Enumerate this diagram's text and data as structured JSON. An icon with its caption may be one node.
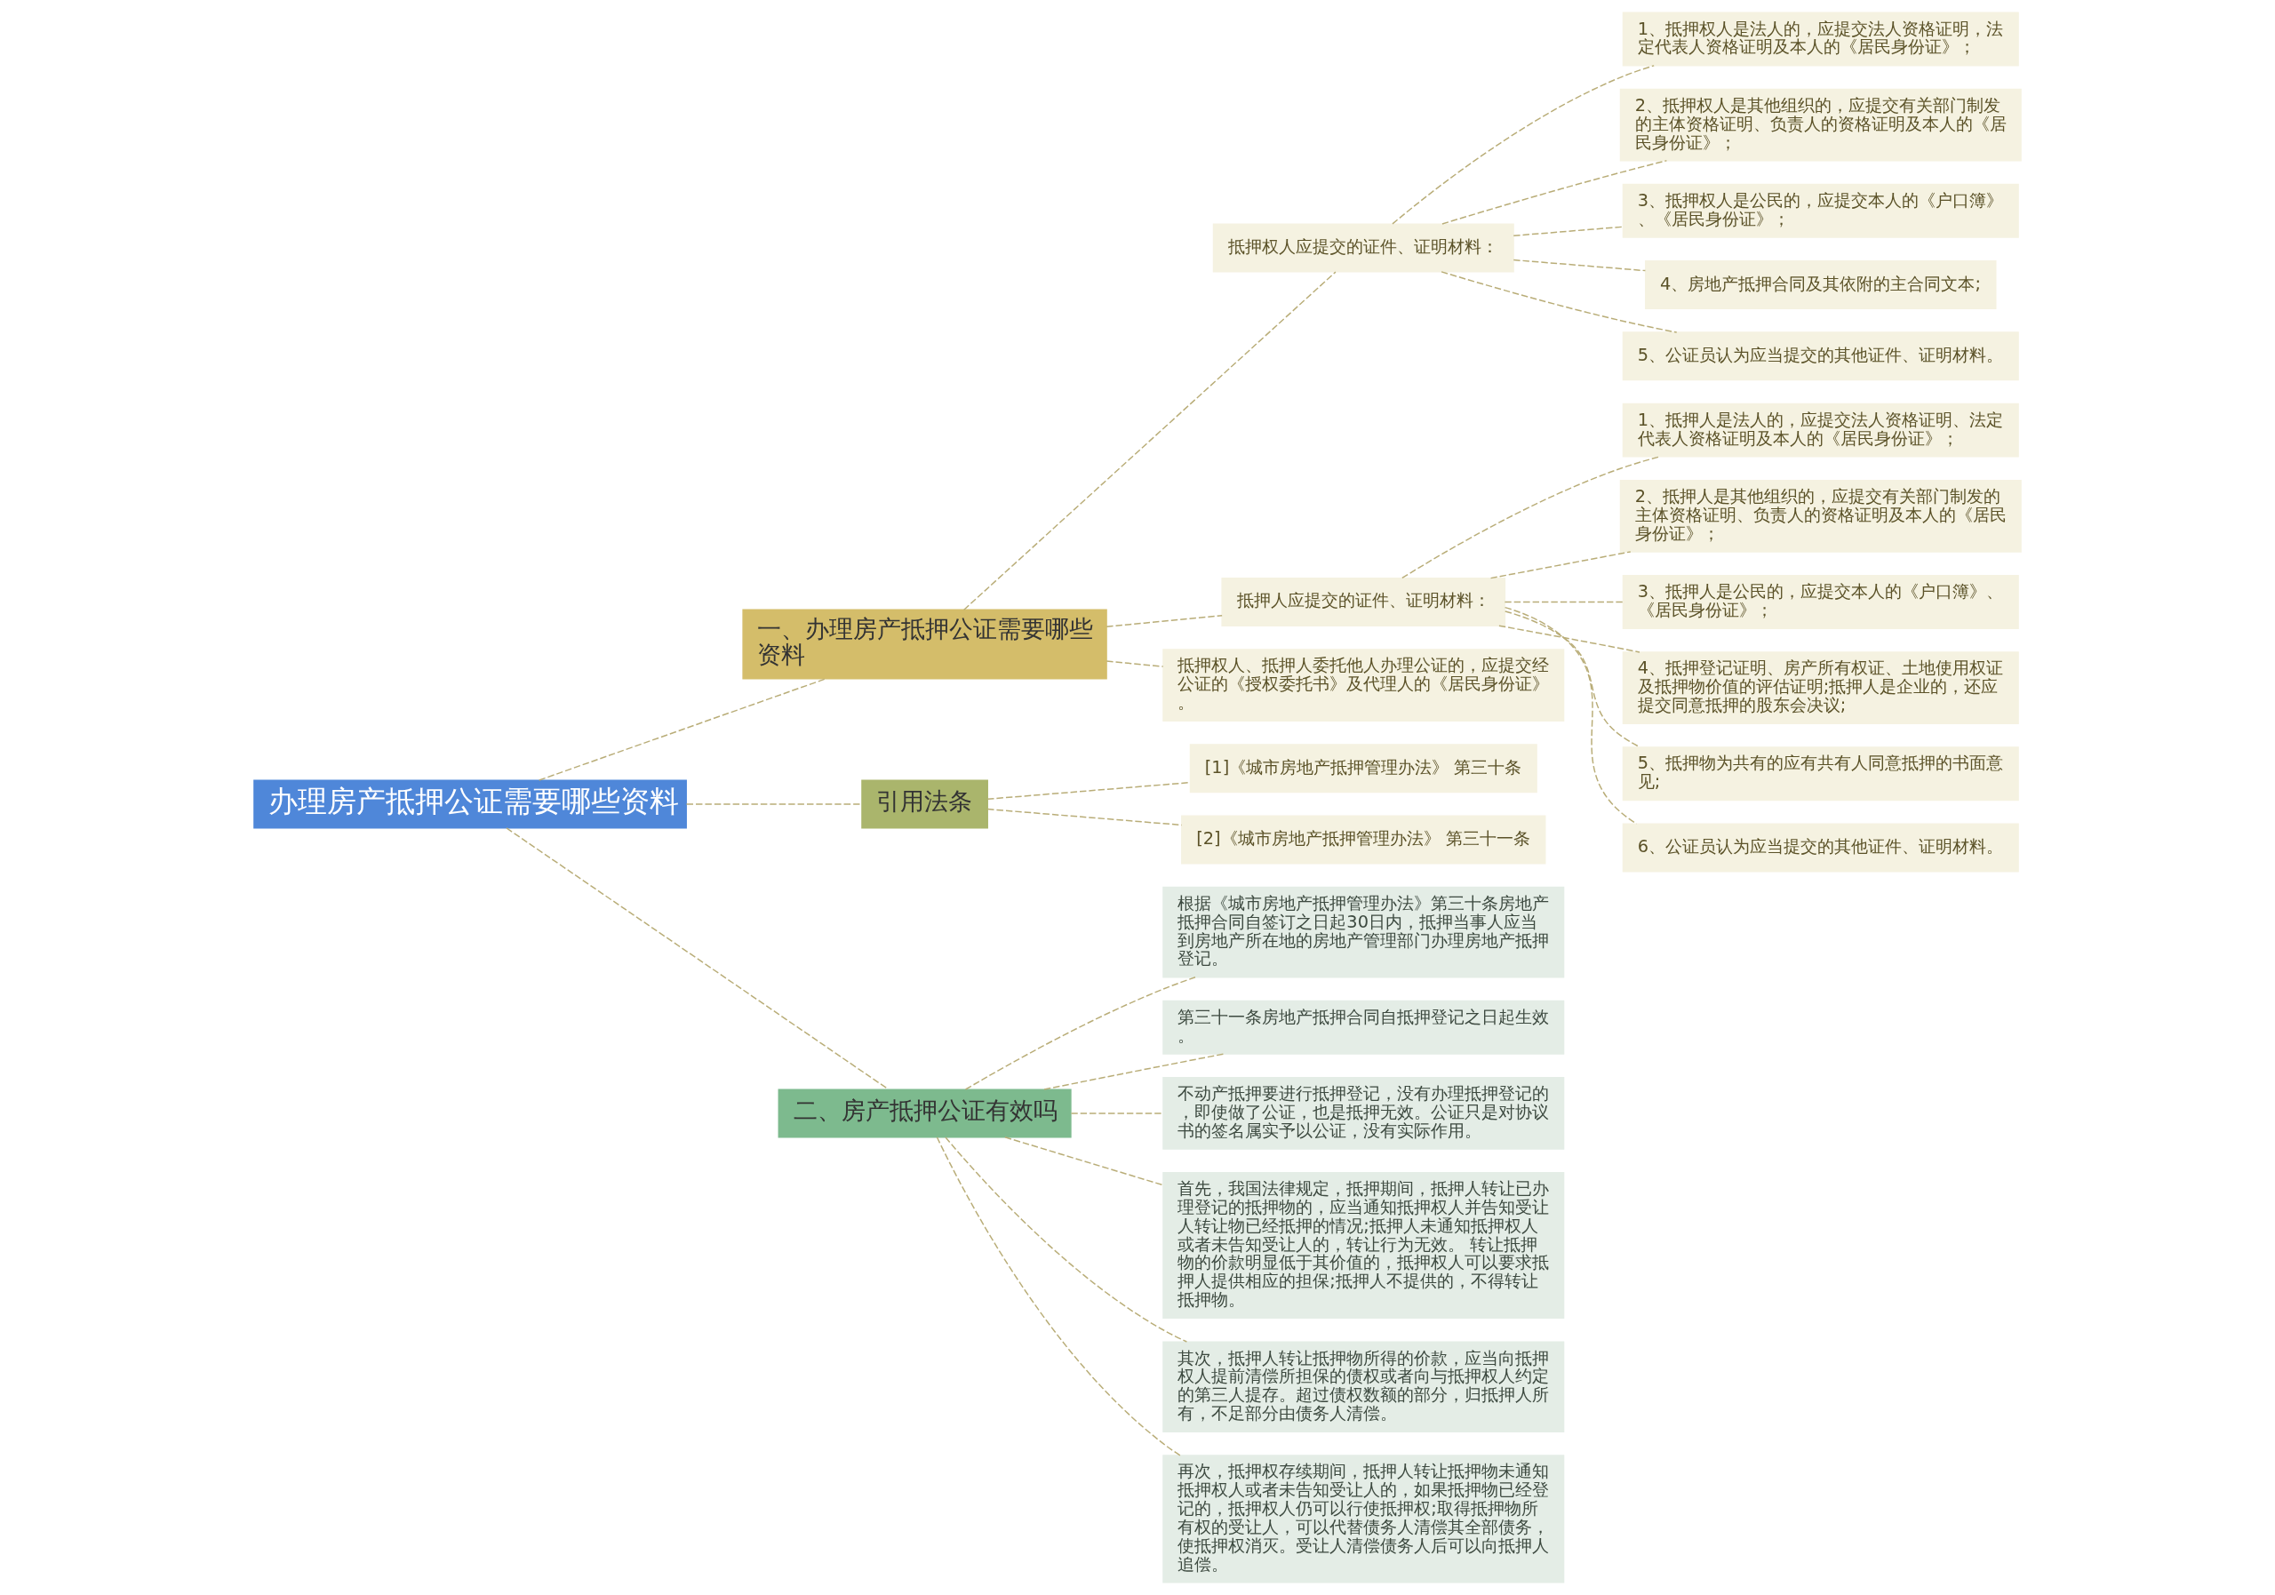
{
  "diagram": {
    "nodes": [
      {
        "text": [
          "办理房产抵押公证需要哪些资料"
        ]
      },
      {
        "text": [
          "一、办理房产抵押公证需要哪些资料"
        ]
      },
      {
        "text": [
          "抵押权人应提交的证件、证明材料："
        ]
      },
      {
        "text": [
          "1、抵押权人是法人的，应提交法人资格证明，法定代表人资格证明及本人的《居民身份证》；"
        ]
      },
      {
        "text": [
          "2、抵押权人是其他组织的，应提交有关部门制发的主体资格证明、负责人的资格证明及本人的《居民身份证》；"
        ]
      },
      {
        "text": [
          "3、抵押权人是公民的，应提交本人的《户口簿》、《居民身份证》；"
        ]
      },
      {
        "text": [
          "4、房地产抵押合同及其依附的主合同文本;"
        ]
      },
      {
        "text": [
          "5、公证员认为应当提交的其他证件、证明材料。"
        ]
      },
      {
        "text": [
          "抵押人应提交的证件、证明材料："
        ]
      },
      {
        "text": [
          "1、抵押人是法人的，应提交法人资格证明、法定代表人资格证明及本人的《居民身份证》；"
        ]
      },
      {
        "text": [
          "2、抵押人是其他组织的，应提交有关部门制发的主体资格证明、负责人的资格证明及本人的《居民身份证》；"
        ]
      },
      {
        "text": [
          "3、抵押人是公民的，应提交本人的《户口簿》、《居民身份证》；"
        ]
      },
      {
        "text": [
          "4、抵押登记证明、房产所有权证、土地使用权证及抵押物价值的评估证明;抵押人是企业的，还应提交同意抵押的股东会决议;"
        ]
      },
      {
        "text": [
          "5、抵押物为共有的应有共有人同意抵押的书面意见;"
        ]
      },
      {
        "text": [
          "6、公证员认为应当提交的其他证件、证明材料。"
        ]
      },
      {
        "text": [
          "抵押权人、抵押人委托他人办理公证的，应提交经公证的《授权委托书》及代理人的《居民身份证》。"
        ]
      },
      {
        "text": [
          "引用法条"
        ]
      },
      {
        "text": [
          "[1]《城市房地产抵押管理办法》 第三十条"
        ]
      },
      {
        "text": [
          "[2]《城市房地产抵押管理办法》 第三十一条"
        ]
      },
      {
        "text": [
          "二、房产抵押公证有效吗"
        ]
      },
      {
        "text": [
          "根据《城市房地产抵押管理办法》第三十条房地产抵押合同自签订之日起30日内，抵押当事人应当到房地产所在地的房地产管理部门办理房地产抵押登记。"
        ]
      },
      {
        "text": [
          "第三十一条房地产抵押合同自抵押登记之日起生效。"
        ]
      },
      {
        "text": [
          "不动产抵押要进行抵押登记，没有办理抵押登记的，即使做了公证，也是抵押无效。公证只是对协议书的签名属实予以公证，没有实际作用。"
        ]
      },
      {
        "text": [
          "首先，我国法律规定，抵押期间，抵押人转让已办理登记的抵押物的，应当通知抵押权人并告知受让人转让物已经抵押的情况;抵押人未通知抵押权人或者未告知受让人的，转让行为无效。 转让抵押物的价款明显低于其价值的，抵押权人可以要求抵押人提供相应的担保;抵押人不提供的，不得转让抵押物。"
        ]
      },
      {
        "text": [
          "其次，抵押人转让抵押物所得的价款，应当向抵押权人提前清偿所担保的债权或者向与抵押权人约定的第三人提存。超过债权数额的部分，归抵押人所有，不足部分由债务人清偿。"
        ]
      },
      {
        "text": [
          "再次，抵押权存续期间，抵押人转让抵押物未通知抵押权人或者未告知受让人的，如果抵押物已经登记的，抵押权人仍可以行使抵押权;取得抵押物所有权的受让人，可以代替债务人清偿其全部债务，使抵押权消灭。受让人清偿债务人后可以向抵押人追偿。"
        ]
      }
    ],
    "edges": [
      {
        "from": 0,
        "to": 1,
        "arrow": "none",
        "style": "dashed"
      },
      {
        "from": 1,
        "to": 2,
        "arrow": "none",
        "style": "dashed"
      },
      {
        "from": 2,
        "to": 3,
        "arrow": "none",
        "style": "dashed"
      },
      {
        "from": 2,
        "to": 4,
        "arrow": "none",
        "style": "dashed"
      },
      {
        "from": 2,
        "to": 5,
        "arrow": "none",
        "style": "dashed"
      },
      {
        "from": 2,
        "to": 6,
        "arrow": "none",
        "style": "dashed"
      },
      {
        "from": 2,
        "to": 7,
        "arrow": "none",
        "style": "dashed"
      },
      {
        "from": 1,
        "to": 8,
        "arrow": "none",
        "style": "dashed"
      },
      {
        "from": 8,
        "to": 9,
        "arrow": "none",
        "style": "dashed"
      },
      {
        "from": 8,
        "to": 10,
        "arrow": "none",
        "style": "dashed"
      },
      {
        "from": 8,
        "to": 11,
        "arrow": "none",
        "style": "dashed"
      },
      {
        "from": 8,
        "to": 12,
        "arrow": "none",
        "style": "dashed"
      },
      {
        "from": 8,
        "to": 13,
        "arrow": "none",
        "style": "dashed"
      },
      {
        "from": 8,
        "to": 14,
        "arrow": "none",
        "style": "dashed"
      },
      {
        "from": 1,
        "to": 15,
        "arrow": "none",
        "style": "dashed"
      },
      {
        "from": 0,
        "to": 16,
        "arrow": "none",
        "style": "dashed"
      },
      {
        "from": 16,
        "to": 17,
        "arrow": "none",
        "style": "dashed"
      },
      {
        "from": 16,
        "to": 18,
        "arrow": "none",
        "style": "dashed"
      },
      {
        "from": 0,
        "to": 19,
        "arrow": "none",
        "style": "dashed"
      },
      {
        "from": 19,
        "to": 20,
        "arrow": "none",
        "style": "dashed"
      },
      {
        "from": 19,
        "to": 21,
        "arrow": "none",
        "style": "dashed"
      },
      {
        "from": 19,
        "to": 22,
        "arrow": "none",
        "style": "dashed"
      },
      {
        "from": 19,
        "to": 23,
        "arrow": "none",
        "style": "dashed"
      },
      {
        "from": 19,
        "to": 24,
        "arrow": "none",
        "style": "dashed"
      },
      {
        "from": 19,
        "to": 25,
        "arrow": "none",
        "style": "dashed"
      }
    ]
  }
}
